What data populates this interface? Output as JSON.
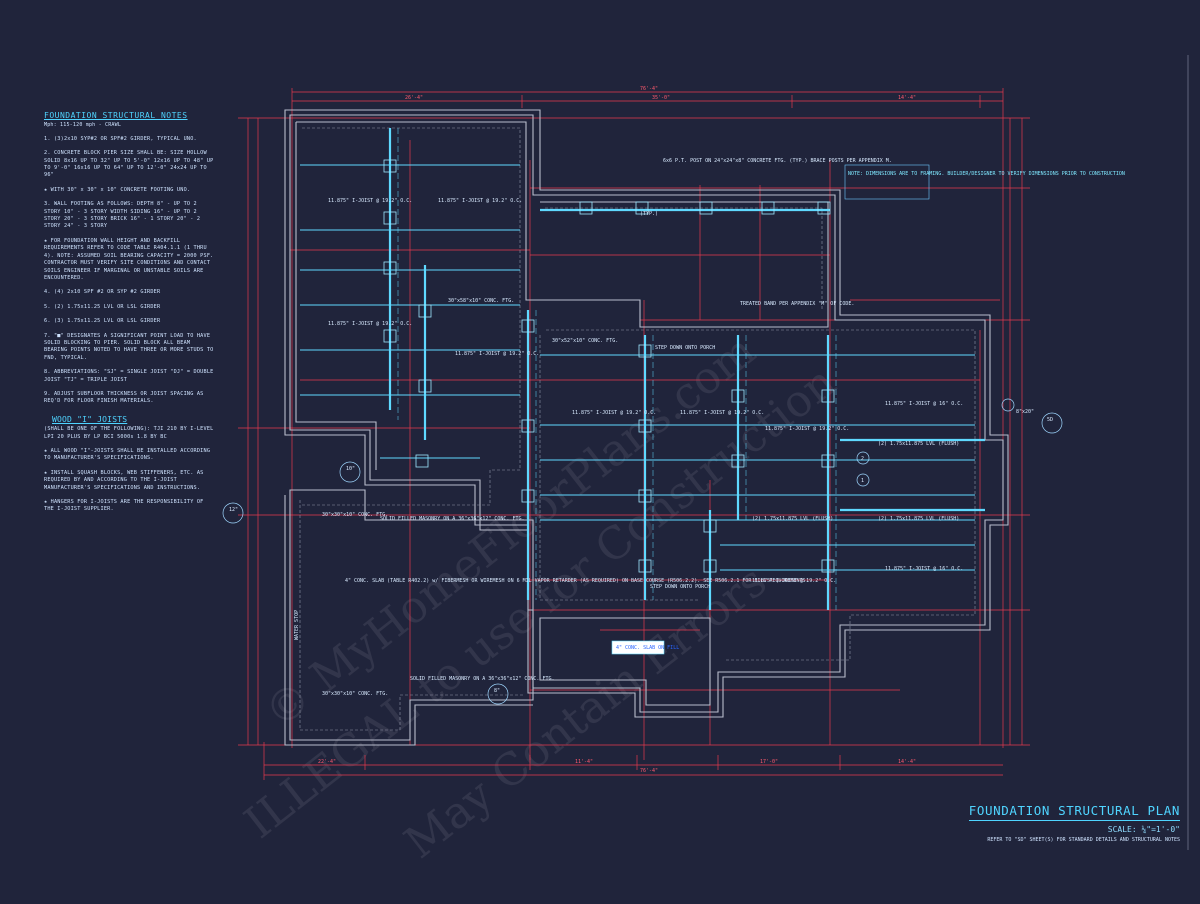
{
  "title": "FOUNDATION STRUCTURAL PLAN",
  "scale": "SCALE: ¼\"=1'-0\"",
  "reference_note": "REFER TO \"SD\" SHEET(S) FOR STANDARD DETAILS AND STRUCTURAL NOTES",
  "watermark_1": "© MyHomeFloorPlans.com",
  "watermark_2": "ILLEGAL to use for Construction",
  "watermark_3": "May Contain Errors",
  "notes": {
    "heading": "FOUNDATION STRUCTURAL NOTES",
    "subheading": "Mph: 115-120 mph - CRAWL",
    "items": [
      "1.  (3)2x10 SYP#2 OR SPF#2 GIRDER, TYPICAL UNO.",
      "2.  CONCRETE BLOCK PIER SIZE SHALL BE: SIZE HOLLOW SOLID 8x16 UP TO 32\" UP TO 5'-0\" 12x16 UP TO 48\" UP TO 9'-0\" 16x16 UP TO 64\" UP TO 12'-0\" 24x24 UP TO 96\"",
      "★  WITH 30\" x 30\" x 10\" CONCRETE FOOTING UNO.",
      "3.  WALL FOOTING AS FOLLOWS: DEPTH 8\" - UP TO 2 STORY 10\" - 3 STORY WIDTH SIDING 16\" - UP TO 2 STORY 20\" - 3 STORY BRICK 16\" - 1 STORY 20\" - 2 STORY 24\" - 3 STORY",
      "★  FOR FOUNDATION WALL HEIGHT AND BACKFILL REQUIREMENTS REFER TO CODE TABLE R404.1.1 (1 THRU 4). NOTE: ASSUMED SOIL BEARING CAPACITY = 2000 PSF. CONTRACTOR MUST VERIFY SITE CONDITIONS AND CONTACT SOILS ENGINEER IF MARGINAL OR UNSTABLE SOILS ARE ENCOUNTERED.",
      "4.  (4) 2x10 SPF #2 OR SYP #2 GIRDER",
      "5.  (2) 1.75x11.25 LVL OR LSL GIRDER",
      "6.  (3) 1.75x11.25 LVL OR LSL GIRDER",
      "7.  \"■\" DESIGNATES A SIGNIFICANT POINT LOAD TO HAVE SOLID BLOCKING TO PIER. SOLID BLOCK ALL BEAM BEARING POINTS NOTED TO HAVE THREE OR MORE STUDS TO FND, TYPICAL.",
      "8.  ABBREVIATIONS: \"SJ\" = SINGLE JOIST \"DJ\" = DOUBLE JOIST \"TJ\" = TRIPLE JOIST",
      "9.  ADJUST SUBFLOOR THICKNESS OR JOIST SPACING AS REQ'D FOR FLOOR FINISH MATERIALS."
    ],
    "wood_heading": "WOOD \"I\" JOISTS",
    "wood_items": [
      "(SHALL BE ONE OF THE FOLLOWING): TJI 210 BY I-LEVEL LPI 20 PLUS BY LP BCI 5000s 1.8 BY BC",
      "★  ALL WOOD \"I\"-JOISTS SHALL BE INSTALLED ACCORDING TO MANUFACTURER'S SPECIFICATIONS.",
      "★  INSTALL SQUASH BLOCKS, WEB STIFFENERS, ETC. AS REQUIRED BY AND ACCORDING TO THE I-JOIST MANUFACTURER'S SPECIFICATIONS AND INSTRUCTIONS.",
      "★  HANGERS FOR I-JOISTS ARE THE RESPONSIBILITY OF THE I-JOIST SUPPLIER."
    ]
  },
  "labels": {
    "overall_dim": "76'-4\"",
    "top_dim_1": "26'-4\"",
    "top_dim_2": "35'-0\"",
    "top_dim_3": "14'-4\"",
    "bottom_dim_1": "22'-4\"",
    "bottom_dim_2": "11'-4\"",
    "bottom_dim_3": "17'-0\"",
    "bottom_dim_4": "14'-4\"",
    "ijoist_1": "11.875\" I-JOIST @ 19.2\" O.C.",
    "ijoist_2": "11.875\" I-JOIST @ 16\" O.C.",
    "lvl_1": "(2) 1.75x11.875 LVL (FLUSH)",
    "post_note": "6x6 P.T. POST ON 24\"x24\"x8\" CONCRETE FTG. (TYP.) BRACE POSTS PER APPENDIX M.",
    "band_note": "TREATED BAND PER APPENDIX \"M\" OF CODE.",
    "dim_note": "NOTE: DIMENSIONS ARE TO FRAMING. BUILDER/DESIGNER TO VERIFY DIMENSIONS PRIOR TO CONSTRUCTION",
    "slab_note": "4\" CONC. SLAB (TABLE R402.2) w/ FIBERMESH OR WIREMESH ON 6 MIL VAPOR RETARDER (AS REQUIRED) ON BASE COURSE (R506.2.2). SEE R506.2.1 FOR FILL REQUIREMENTS.",
    "slab_fill": "4\" CONC. SLAB ON FILL",
    "masonry_1": "SOLID FILLED MASONRY ON A 36\"x36\"x12\" CONC. FTG.",
    "masonry_2": "SOLID FILLED MASONRY ON A 36\"x36\"x12\" CONC. FTG.",
    "ftg_1": "30\"x30\"x10\" CONC. FTG.",
    "ftg_2": "30\"x30\"x10\" CONC. FTG.",
    "ftg_3": "30\"x58\"x10\" CONC. FTG.",
    "ftg_4": "30\"x52\"x10\" CONC. FTG.",
    "step_porch_1": "STEP DOWN ONTO PORCH",
    "step_porch_2": "STEP DOWN ONTO PORCH",
    "water_stop": "WATER STOP",
    "tag_1": "10\"",
    "tag_2": "12\"",
    "tag_3": "8\"",
    "tag_4": "5D",
    "tag_5": "8\"x20\"",
    "tag_6": "2",
    "tag_7": "1",
    "typ": "(TYP.)"
  }
}
